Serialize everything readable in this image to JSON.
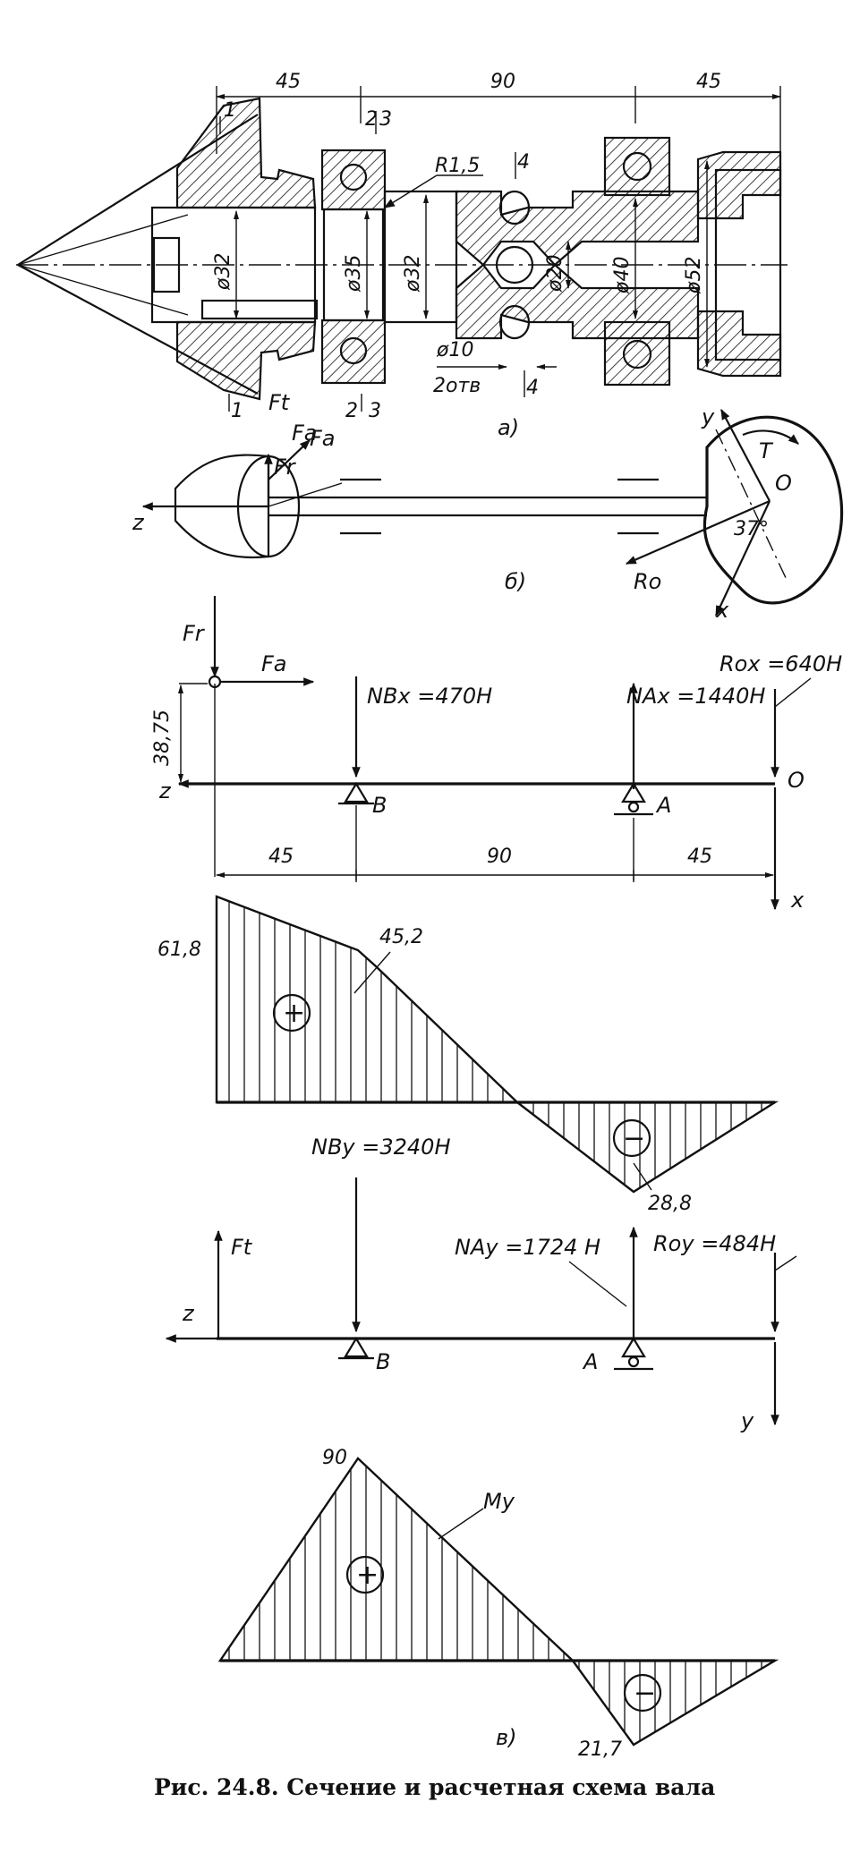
{
  "figure": {
    "caption": "Рис. 24.8. Сечение и расчетная схема вала",
    "parts": {
      "a": "а)",
      "b": "б)",
      "v": "в)"
    }
  },
  "section_a": {
    "top_dims": [
      "45",
      "90",
      "45"
    ],
    "section_marks": {
      "s1": "1",
      "s2": "2",
      "s3": "3",
      "s4": "4"
    },
    "diameters": [
      "ø32",
      "ø35",
      "ø32",
      "ø20",
      "ø40",
      "ø52"
    ],
    "radius": "R1,5",
    "hole_dia": "ø10",
    "hole_count": "2отв",
    "force_ft": "Ft",
    "force_fa": "Fa"
  },
  "section_b": {
    "force_fa": "Fa",
    "force_fr": "Fr",
    "axis_z": "z",
    "axis_y": "y",
    "axis_x": "x",
    "origin": "O",
    "torque": "T",
    "angle": "37°",
    "reaction": "Ro"
  },
  "scheme_x": {
    "force_fr": "Fr",
    "force_fa": "Fa",
    "height": "38,75",
    "reaction_b": "NBx =470H",
    "reaction_a": "NAx =1440H",
    "reaction_o": "Rox =640H",
    "support_b": "B",
    "support_a": "A",
    "origin": "O",
    "axis_z": "z",
    "axis_x": "x",
    "spans": [
      "45",
      "90",
      "45"
    ]
  },
  "moment_x": {
    "values": [
      "61,8",
      "45,2",
      "28,8"
    ],
    "sign_pos": "+",
    "sign_neg": "−"
  },
  "scheme_y": {
    "reaction_b": "NBy =3240H",
    "force_ft": "Ft",
    "reaction_a": "NAy =1724 H",
    "reaction_o": "Roy =484H",
    "axis_z": "z",
    "axis_y": "y",
    "support_b": "B",
    "support_a": "A"
  },
  "moment_y": {
    "values": [
      "90",
      "21,7"
    ],
    "label": "My",
    "sign_pos": "+",
    "sign_neg": "−"
  }
}
